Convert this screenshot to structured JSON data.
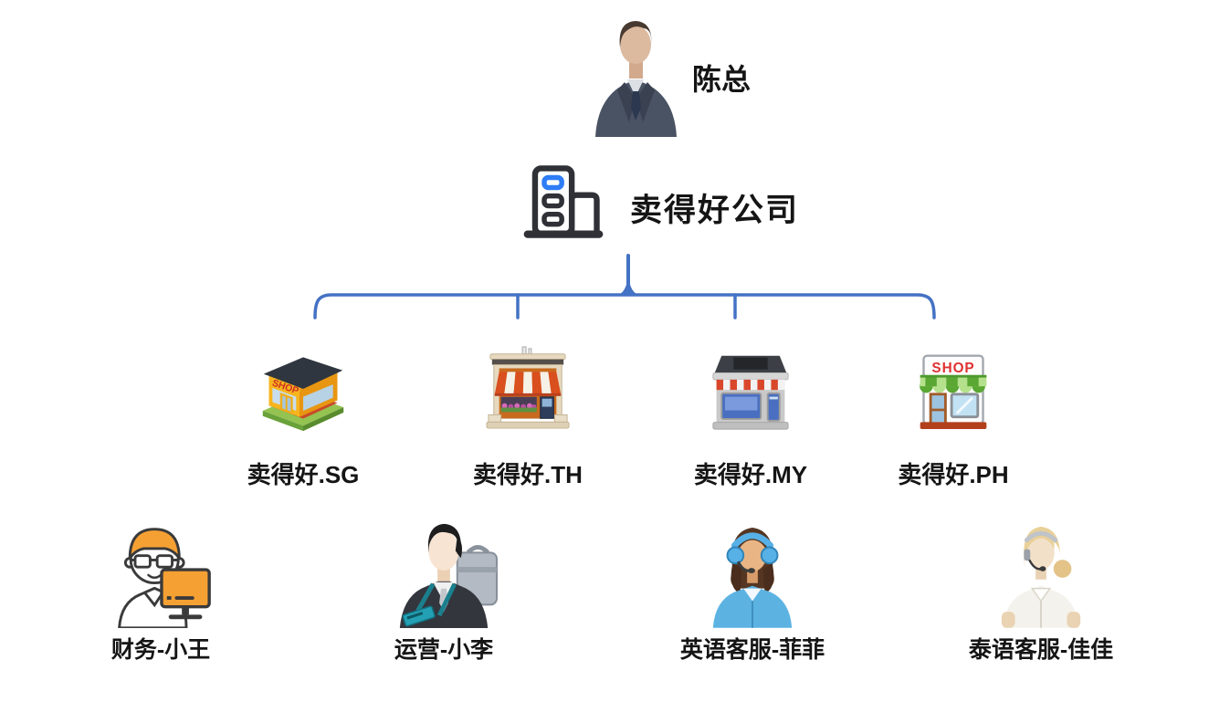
{
  "page": {
    "background": "#ffffff"
  },
  "colors": {
    "connector_blue": "#4472c4",
    "text_dark": "#151515",
    "building_icon_dark": "#2f3136",
    "building_window_blue": "#2e7cf6",
    "brand_orange": "#f5a033"
  },
  "org_chart": {
    "boss": {
      "label": "陈总",
      "icon": "businessman-avatar"
    },
    "company": {
      "label": "卖得好公司",
      "icon": "office-building"
    },
    "shop_sign_text": "SHOP",
    "shops": [
      {
        "label": "卖得好.SG",
        "icon": "isometric-yellow-shop"
      },
      {
        "label": "卖得好.TH",
        "icon": "storefront-striped-awning"
      },
      {
        "label": "卖得好.MY",
        "icon": "convenience-store"
      },
      {
        "label": "卖得好.PH",
        "icon": "small-shop-green-awning"
      }
    ],
    "staff": [
      {
        "label": "财务-小王",
        "icon": "accountant-with-computer"
      },
      {
        "label": "运营-小李",
        "icon": "businessman-with-briefcase"
      },
      {
        "label": "英语客服-菲菲",
        "icon": "agent-blue-headset"
      },
      {
        "label": "泰语客服-佳佳",
        "icon": "agent-gray-headset"
      }
    ]
  }
}
